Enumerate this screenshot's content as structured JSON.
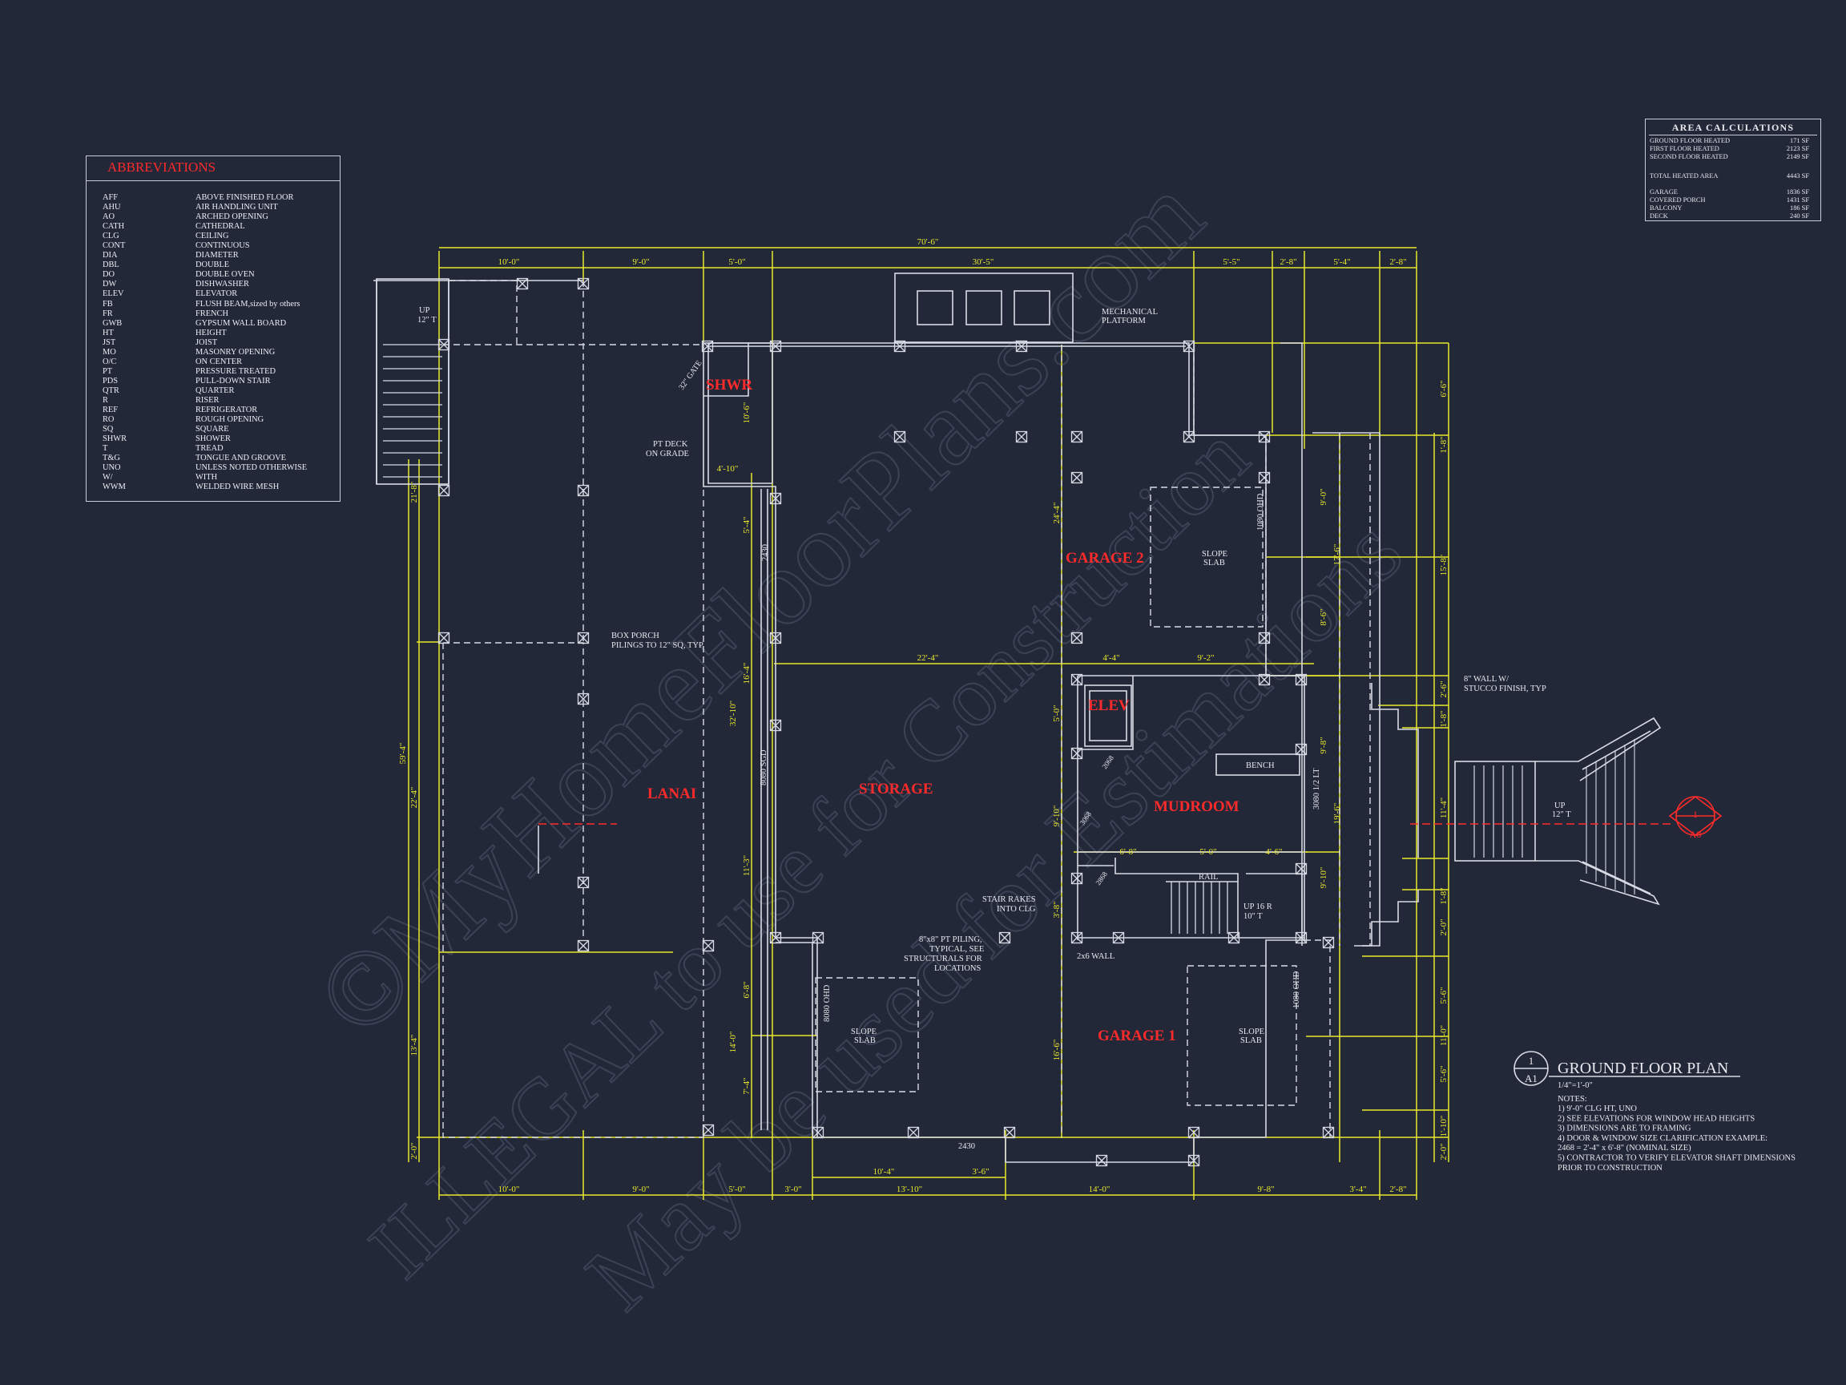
{
  "abbreviations": {
    "title": "ABBREVIATIONS",
    "items": [
      {
        "abbr": "AFF",
        "meaning": "ABOVE FINISHED FLOOR"
      },
      {
        "abbr": "AHU",
        "meaning": "AIR HANDLING UNIT"
      },
      {
        "abbr": "AO",
        "meaning": "ARCHED OPENING"
      },
      {
        "abbr": "CATH",
        "meaning": "CATHEDRAL"
      },
      {
        "abbr": "CLG",
        "meaning": "CEILING"
      },
      {
        "abbr": "CONT",
        "meaning": "CONTINUOUS"
      },
      {
        "abbr": "DIA",
        "meaning": "DIAMETER"
      },
      {
        "abbr": "DBL",
        "meaning": "DOUBLE"
      },
      {
        "abbr": "DO",
        "meaning": "DOUBLE OVEN"
      },
      {
        "abbr": "DW",
        "meaning": "DISHWASHER"
      },
      {
        "abbr": "ELEV",
        "meaning": "ELEVATOR"
      },
      {
        "abbr": "FB",
        "meaning": "FLUSH BEAM,sized by others"
      },
      {
        "abbr": "FR",
        "meaning": "FRENCH"
      },
      {
        "abbr": "GWB",
        "meaning": "GYPSUM WALL BOARD"
      },
      {
        "abbr": "HT",
        "meaning": "HEIGHT"
      },
      {
        "abbr": "JST",
        "meaning": "JOIST"
      },
      {
        "abbr": "MO",
        "meaning": "MASONRY OPENING"
      },
      {
        "abbr": "O/C",
        "meaning": "ON CENTER"
      },
      {
        "abbr": "PT",
        "meaning": "PRESSURE TREATED"
      },
      {
        "abbr": "PDS",
        "meaning": "PULL-DOWN STAIR"
      },
      {
        "abbr": "QTR",
        "meaning": "QUARTER"
      },
      {
        "abbr": "R",
        "meaning": "RISER"
      },
      {
        "abbr": "REF",
        "meaning": "REFRIGERATOR"
      },
      {
        "abbr": "RO",
        "meaning": "ROUGH OPENING"
      },
      {
        "abbr": "SQ",
        "meaning": "SQUARE"
      },
      {
        "abbr": "SHWR",
        "meaning": "SHOWER"
      },
      {
        "abbr": "T",
        "meaning": "TREAD"
      },
      {
        "abbr": "T&G",
        "meaning": "TONGUE AND GROOVE"
      },
      {
        "abbr": "UNO",
        "meaning": "UNLESS NOTED OTHERWISE"
      },
      {
        "abbr": "W/",
        "meaning": "WITH"
      },
      {
        "abbr": "WWM",
        "meaning": "WELDED WIRE MESH"
      }
    ]
  },
  "area_calculations": {
    "title": "AREA CALCULATIONS",
    "rows": [
      {
        "label": "GROUND FLOOR HEATED",
        "value": "171 SF"
      },
      {
        "label": "FIRST FLOOR HEATED",
        "value": "2123 SF"
      },
      {
        "label": "SECOND FLOOR HEATED",
        "value": "2149 SF"
      },
      {
        "label": "TOTAL HEATED AREA",
        "value": "4443 SF"
      },
      {
        "label": "GARAGE",
        "value": "1836 SF"
      },
      {
        "label": "COVERED PORCH",
        "value": "1431 SF"
      },
      {
        "label": "BALCONY",
        "value": "186 SF"
      },
      {
        "label": "DECK",
        "value": "240 SF"
      }
    ]
  },
  "rooms": {
    "shwr": "SHWR",
    "lanai": "LANAI",
    "storage": "STORAGE",
    "garage2": "GARAGE 2",
    "elev": "ELEV",
    "mudroom": "MUDROOM",
    "garage1": "GARAGE 1"
  },
  "dims": {
    "overall_top": "70'-6\"",
    "top": [
      "10'-0\"",
      "9'-0\"",
      "5'-0\"",
      "30'-5\"",
      "5'-5\"",
      "2'-8\"",
      "5'-4\"",
      "2'-8\""
    ],
    "bottom": [
      "10'-0\"",
      "9'-0\"",
      "5'-0\"",
      "3'-0\"",
      "13'-10\"",
      "14'-0\"",
      "9'-8\"",
      "3'-4\"",
      "2'-8\""
    ],
    "bottom_inner": [
      "10'-4\"",
      "3'-6\""
    ],
    "left_overall": "59'-4\"",
    "left": [
      "21'-8\"",
      "22'-4\"",
      "13'-4\"",
      "2'-0\""
    ],
    "right": [
      "6'-6\"",
      "1'-8\"",
      "15'-8\"",
      "2'-6\"",
      "1'-8\"",
      "11'-4\"",
      "1'-8\"",
      "2'-0\"",
      "5'-6\"",
      "11'-0\"",
      "5'-6\"",
      "1'-10\"",
      "2'-0\""
    ],
    "right_inner": [
      "9'-0\"",
      "17'-6\"",
      "8'-6\"",
      "9'-8\"",
      "19'-6\"",
      "9'-10\""
    ],
    "inner_col": [
      "10'-6\"",
      "4'-10\"",
      "5'-4\"",
      "16'-4\"",
      "32'-10\"",
      "11'-3\"",
      "6'-8\"",
      "14'-0\"",
      "7'-4\""
    ],
    "mid": [
      "22'-4\"",
      "4'-4\"",
      "9'-2\"",
      "24'-4\"",
      "5'-0\"",
      "9'-10\"",
      "6'-8\"",
      "5'-0\"",
      "4'-6\"",
      "3'-8\"",
      "16'-6\""
    ]
  },
  "labels": {
    "up_12": "UP",
    "up_12b": "12\" T",
    "mech1": "MECHANICAL",
    "mech2": "PLATFORM",
    "gate": "32\" GATE",
    "ptdeck1": "PT DECK",
    "ptdeck2": "ON GRADE",
    "boxporch1": "BOX PORCH",
    "boxporch2": "PILINGS TO 12\" SQ, TYP",
    "slope1": "SLOPE",
    "slab1": "SLAB",
    "ohd1": "1080 OHD",
    "ohd2": "1080 OHD",
    "ohd3": "8080 OHD",
    "sgd": "8080 SGD",
    "w2430a": "2430",
    "w2430b": "2430",
    "bench": "BENCH",
    "lt": "3080 1/2 LT",
    "d2068": "2068",
    "d3068": "3068",
    "d2868": "2868",
    "rail": "RAIL",
    "up16": "UP 16 R",
    "t10": "10\" T",
    "stair1": "STAIR RAKES",
    "stair2": "INTO CLG",
    "piling1": "8\"x8\" PT PILING,",
    "piling2": "TYPICAL, SEE",
    "piling3": "STRUCTURALS FOR",
    "piling4": "LOCATIONS",
    "wall2x6": "2x6 WALL",
    "stucco1": "8\" WALL W/",
    "stucco2": "STUCCO FINISH, TYP",
    "upr": "UP",
    "upr2": "12\" T",
    "sec_num": "1",
    "sec_sheet": "A8"
  },
  "plan_title": {
    "num": "1",
    "sheet": "A1",
    "title": "GROUND FLOOR PLAN",
    "scale": "1/4\"=1'-0\"",
    "notes_head": "NOTES:",
    "notes": [
      "1) 9'-0\" CLG HT, UNO",
      "2) SEE ELEVATIONS FOR WINDOW HEAD HEIGHTS",
      "3) DIMENSIONS ARE TO FRAMING",
      "4) DOOR & WINDOW SIZE CLARIFICATION EXAMPLE:",
      "    2468 = 2'-4\" x 6'-8\" (NOMINAL SIZE)",
      "5) CONTRACTOR TO VERIFY ELEVATOR SHAFT DIMENSIONS",
      "    PRIOR TO CONSTRUCTION"
    ]
  },
  "watermark": [
    "©MyHomeFloorPlans.com",
    "ILLEGAL to use for Construction",
    "May be used for Estimations"
  ],
  "colors": {
    "background": "#232839",
    "dimension": "#e8e82a",
    "room_label": "#ff2a2a",
    "line": "#d8dae4"
  }
}
